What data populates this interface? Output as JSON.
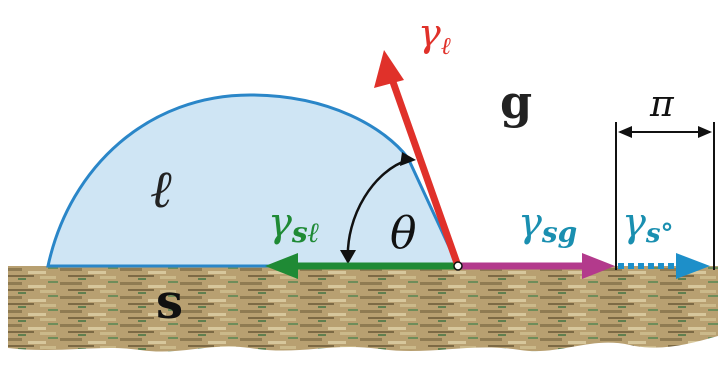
{
  "labels": {
    "gamma_l": {
      "base": "γ",
      "sub": "ℓ"
    },
    "gamma_sl": {
      "base": "γ",
      "sub": "sℓ"
    },
    "gamma_sg": {
      "base": "γ",
      "sub": "sg"
    },
    "gamma_s0": {
      "base": "γ",
      "sub": "s°"
    },
    "liquid": "ℓ",
    "gas": "g",
    "solid": "s",
    "theta": "θ",
    "pi": "π"
  },
  "colors": {
    "drop_fill": "#cfe5f4",
    "drop_outline": "#2a86c8",
    "gamma_l": "#e0312a",
    "gamma_sl": "#1f8a35",
    "gamma_sg": "#b33a8c",
    "gamma_s0": "#1d8fc9",
    "sub_text": "#1a8fb0",
    "solid": "#b59a6c"
  }
}
